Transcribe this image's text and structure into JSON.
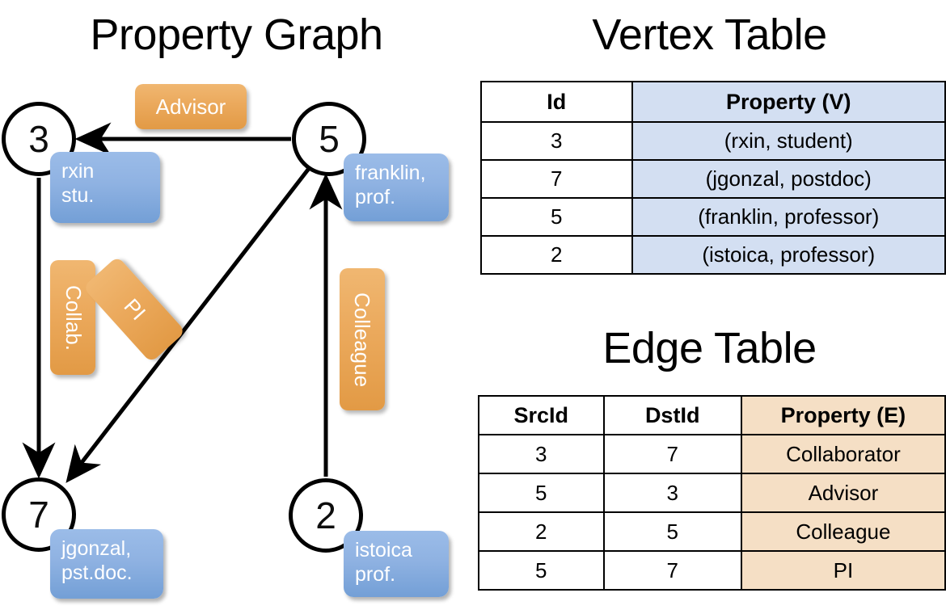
{
  "titles": {
    "property_graph": "Property Graph",
    "vertex_table": "Vertex Table",
    "edge_table": "Edge Table"
  },
  "graph": {
    "vertices": [
      {
        "id": "3",
        "property": "rxin\nstu."
      },
      {
        "id": "5",
        "property": "franklin,\nprof."
      },
      {
        "id": "7",
        "property": "jgonzal,\npst.doc."
      },
      {
        "id": "2",
        "property": "istoica\nprof."
      }
    ],
    "vertex_labels": {
      "v3": "3",
      "v5": "5",
      "v7": "7",
      "v2": "2"
    },
    "property_boxes": {
      "rxin_line1": "rxin",
      "rxin_line2": "stu.",
      "franklin_line1": "franklin,",
      "franklin_line2": "prof.",
      "jgonzal_line1": "jgonzal,",
      "jgonzal_line2": "pst.doc.",
      "istoica_line1": "istoica",
      "istoica_line2": "prof."
    },
    "edge_labels": {
      "advisor": "Advisor",
      "collab": "Collab.",
      "pi": "PI",
      "colleague": "Colleague"
    },
    "edges": [
      {
        "src": "5",
        "dst": "3",
        "label": "Advisor"
      },
      {
        "src": "3",
        "dst": "7",
        "label": "Collab."
      },
      {
        "src": "5",
        "dst": "7",
        "label": "PI"
      },
      {
        "src": "2",
        "dst": "5",
        "label": "Colleague"
      }
    ]
  },
  "colors": {
    "vertex_box_fill": "#8fb2e2",
    "edge_box_fill": "#eba95c",
    "vertex_table_cell": "#d3dff2",
    "edge_table_cell": "#f5dfc5",
    "stroke": "#000000"
  },
  "vertex_table": {
    "headers": [
      "Id",
      "Property (V)"
    ],
    "rows": [
      [
        "3",
        "(rxin, student)"
      ],
      [
        "7",
        "(jgonzal, postdoc)"
      ],
      [
        "5",
        "(franklin, professor)"
      ],
      [
        "2",
        "(istoica, professor)"
      ]
    ]
  },
  "edge_table": {
    "headers": [
      "SrcId",
      "DstId",
      "Property (E)"
    ],
    "rows": [
      [
        "3",
        "7",
        "Collaborator"
      ],
      [
        "5",
        "3",
        "Advisor"
      ],
      [
        "2",
        "5",
        "Colleague"
      ],
      [
        "5",
        "7",
        "PI"
      ]
    ]
  }
}
